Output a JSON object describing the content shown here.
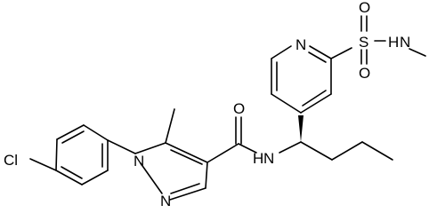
{
  "molecule": {
    "atoms": {
      "cl": "Cl",
      "n1": "N",
      "n2": "N",
      "amide_o": "O",
      "amide_n": "N",
      "amide_h": "H",
      "pyridine_n": "N",
      "sulfur": "S",
      "sulfonyl_o_top": "O",
      "sulfonyl_o_bottom": "O",
      "sulfonamide_n": "N",
      "sulfonamide_h": "H"
    }
  },
  "colors": {
    "bond": "#000000",
    "label": "#000000",
    "background": "#ffffff"
  }
}
